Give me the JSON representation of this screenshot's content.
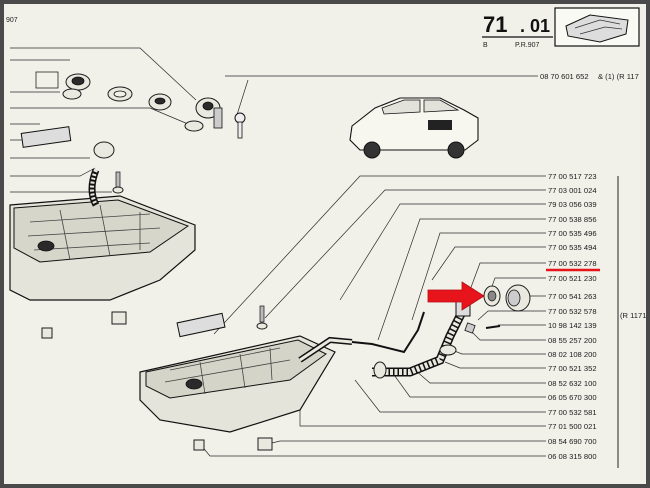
{
  "header": {
    "page_number": "71",
    "page_suffix": ". 01",
    "left_code": "B",
    "right_code": "P.R.907",
    "corner_code": "907"
  },
  "top_reference": {
    "part_number": "08 70 601 652",
    "suffix": "& (1) (R 117"
  },
  "side_references": [
    "(R 1171"
  ],
  "part_numbers": [
    "77 00 517 723",
    "77 03 001 024",
    "79 03 056 039",
    "77 00 538 856",
    "77 00 535 496",
    "77 00 535 494",
    "77 00 532 278",
    "77 00 521 230",
    "77 00 541 263",
    "77 00 532 578",
    "10 98 142 139",
    "08 55 257 200",
    "08 02 108 200",
    "77 00 521 352",
    "08 52 632 100",
    "06 05 670 300",
    "77 00 532 581",
    "77 01 500 021",
    "08 54 690 700",
    "06 08 315 800"
  ],
  "highlight": {
    "underlined_part": "77 00 532 278",
    "marker_color": "#e8141b"
  },
  "colors": {
    "paper": "#f1f1ea",
    "ink": "#1a1a1a",
    "marker": "#e8141b"
  }
}
